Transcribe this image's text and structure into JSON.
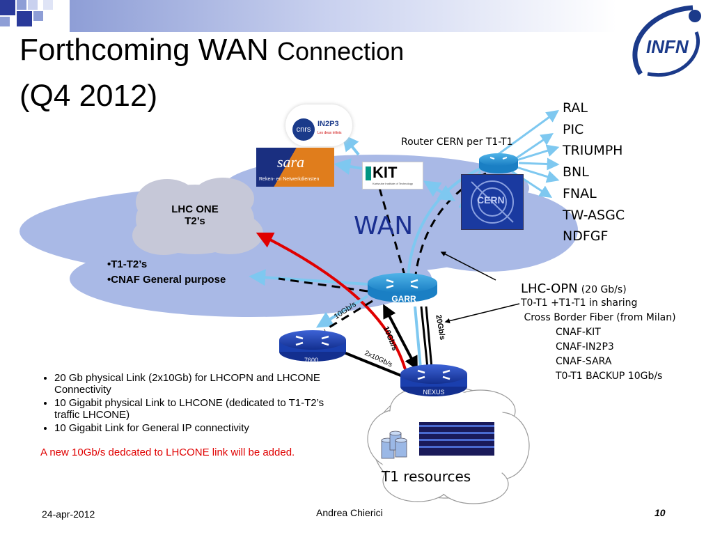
{
  "slide": {
    "title_main": "Forthcoming WAN ",
    "title_small": "Connection",
    "title_line2": "(Q4 2012)"
  },
  "diagram": {
    "wan_label": "WAN",
    "cloud_t2_line1": "LHC ONE",
    "cloud_t2_line2": "T2’s",
    "t2_bullets": [
      "•T1-T2’s",
      "•CNAF General purpose"
    ],
    "router_cern_label": "Router CERN per T1-T1",
    "sites": [
      "RAL",
      "PIC",
      "TRIUMPH",
      "BNL",
      "FNAL",
      "TW-ASGC",
      "NDFGF"
    ],
    "opn_title": "LHC-OPN",
    "opn_speed": "(20 Gb/s)",
    "opn_lines": [
      "T0-T1 +T1-T1 in sharing",
      " Cross Border Fiber (from Milan)"
    ],
    "opn_sublines": [
      "CNAF-KIT",
      "CNAF-IN2P3",
      "CNAF-SARA",
      "T0-T1 BACKUP 10Gb/s"
    ],
    "router_garr": "GARR",
    "router_7600": "7600",
    "router_nexus": "NEXUS",
    "link_10gb_a": "10Gb/s",
    "link_10gb_b": "10Gb/s",
    "link_20gb": "20Gb/s",
    "link_2x10gb": "2x10Gb/s",
    "t1_resources": "T1 resources",
    "logo_cnrs": "cnrs",
    "logo_in2p3": "IN2P3",
    "logo_in2p3_sub": "Les deux infinis",
    "logo_sara": "sara",
    "logo_sara_sub": "Reken- en Netwerkdiensten",
    "logo_kit": "KIT",
    "logo_kit_sub": "Karlsruhe Institute of Technology",
    "logo_cern": "CERN",
    "logo_infn": "INFN"
  },
  "notes": {
    "bullets": [
      "20 Gb physical Link (2x10Gb) for LHCOPN and LHCONE Connectivity",
      "10 Gigabit physical Link  to LHCONE (dedicated to T1-T2’s traffic LHCONE)",
      "10 Gigabit Link for General IP connectivity"
    ],
    "red_note": "A new 10Gb/s dedcated to LHCONE link will be added."
  },
  "footer": {
    "date": "24-apr-2012",
    "author": "Andrea Chierici",
    "page": "10"
  },
  "colors": {
    "wan_cloud": "#a9b9e6",
    "router_blue": "#1a3fae",
    "garr_blue": "#1d8fd0",
    "light_link": "#7ec8f0",
    "red_link": "#e00000",
    "accent_title_bar": "#8e9ed6"
  }
}
